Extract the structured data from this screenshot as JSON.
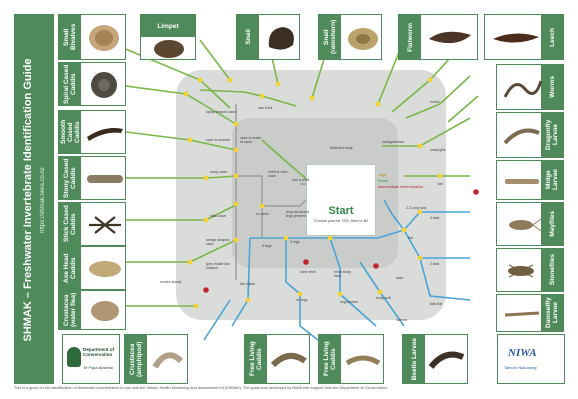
{
  "side": {
    "title": "SHMAK – Freshwater Invertebrate Identification Guide",
    "url": "https://shmak.niwa.co.nz"
  },
  "center": {
    "start": "Start",
    "start_sub": "Choose your lei. R/D, then to B2"
  },
  "colors": {
    "green_band": "#4f8a5b",
    "route_green": "#7ab648",
    "route_blue": "#4aa3d8",
    "route_grey": "#9b9b9b",
    "node_yellow": "#f2d33a",
    "node_red": "#c0272d",
    "panel_grey": "#d9dcd9"
  },
  "tiles": {
    "snail_bivalves": "Small Bivalves",
    "limpet": "Limpet",
    "snail": "Snail",
    "snail_ramshorn": "Snail (ramshorn)",
    "flatworm": "Flatworm",
    "leech": "Leech",
    "spiral_cased_caddis": "Spiral Cased Caddis",
    "worms": "Worms",
    "smooth_cased_caddis": "Smooth Cased Caddis",
    "dragonfly_larvae": "Dragonfly Larvae",
    "stony_cased_caddis": "Stony Cased Caddis",
    "midge_larvae": "Midge Larvae",
    "stick_cased_caddis": "Stick Cased Caddis",
    "mayflies": "Mayflies",
    "axe_head_caddis": "Axe Head Caddis",
    "stoneflies": "Stoneflies",
    "crustacea_water_flea": "Crustacea (water flea)",
    "damselfly_larvae": "Damselfly Larvae",
    "crustacea_amphipod": "Crustacea (amphipod)",
    "free_living_caddis_1": "Free Living Caddis",
    "free_living_caddis_2": "Free Living Caddis",
    "beetle_larvae": "Beetle Larvae"
  },
  "logos": {
    "doc_line1": "Department of",
    "doc_line2": "Conservation",
    "doc_line3": "Te Papa Atawhai",
    "niwa": "NIWA",
    "niwa_sub": "Taihoro Nukurangi"
  },
  "legend": {
    "row1": "Legs",
    "row2": "Route",
    "row3": "Intermediate determination"
  },
  "notes": {
    "n1": "spiral shaped case",
    "n2": "case is smooth",
    "n3": "case is made of sand",
    "n4": "stony case",
    "n5": "stick case",
    "n6": "wedge shaped case",
    "n7": "grey inside like shaped",
    "n8": "flat inside",
    "n9": "shell or tube case",
    "n10": "has a shell",
    "n11": "no shell",
    "n12": "has shell",
    "n13": "long tail and/or legs present",
    "n14": "3 legs",
    "n15": "6 legs",
    "n16": "2-3 long tails",
    "n17": "hard shell",
    "n18": "head body hard",
    "n19": "no legs",
    "n20": "segmented",
    "n21": "body soft",
    "n22": "flattened body",
    "n23": "unsegmented",
    "n24": "flat",
    "n25": "hooks",
    "n26": "small gills",
    "n27": "tail",
    "n28": "3 tails",
    "n29": "2 tails",
    "n30": "tails flat",
    "n31": "wide",
    "n32": "narrow",
    "n33": "moves slowly"
  },
  "footer": "This is a guide for the identification of freshwater invertebrates for use with the Stream Health Monitoring and Assessment Kit (SHMAK). The guide was developed by NIWA with support from the Department of Conservation."
}
